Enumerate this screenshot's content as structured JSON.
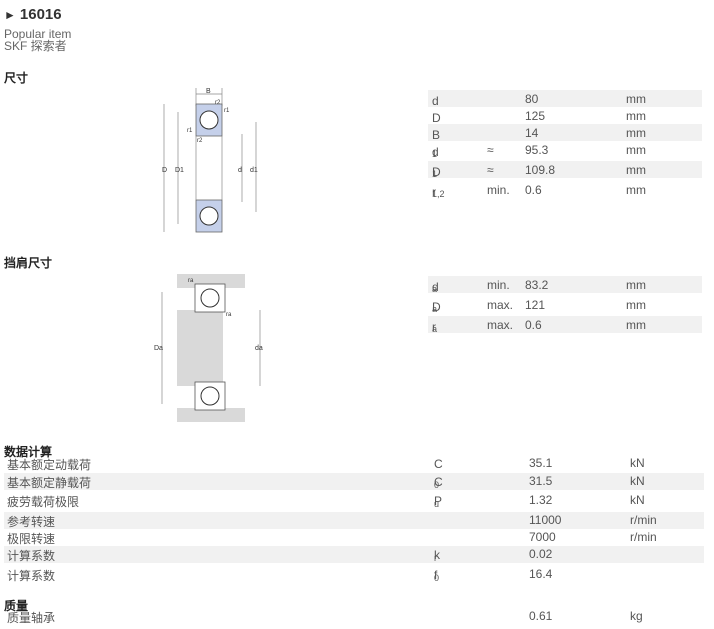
{
  "header": {
    "arrow": "►",
    "title": "16016",
    "popular": "Popular item",
    "explorer": "SKF 探索者"
  },
  "dimensions": {
    "heading": "尺寸",
    "rows": [
      {
        "sym": "d",
        "sub": "",
        "qual": "",
        "val": "80",
        "unit": "mm"
      },
      {
        "sym": "D",
        "sub": "",
        "qual": "",
        "val": "125",
        "unit": "mm"
      },
      {
        "sym": "B",
        "sub": "",
        "qual": "",
        "val": "14",
        "unit": "mm"
      },
      {
        "sym": "d",
        "sub": "1",
        "qual": "≈",
        "val": "95.3",
        "unit": "mm"
      },
      {
        "sym": "D",
        "sub": "1",
        "qual": "≈",
        "val": "109.8",
        "unit": "mm"
      },
      {
        "sym": "r",
        "sub": "1,2",
        "qual": "min.",
        "val": "0.6",
        "unit": "mm"
      }
    ],
    "drawing_labels": {
      "B": "B",
      "r2": "r2",
      "r1": "r1",
      "D": "D",
      "D1": "D1",
      "d": "d",
      "d1": "d1"
    }
  },
  "abutment": {
    "heading": "挡肩尺寸",
    "rows": [
      {
        "sym": "d",
        "sub": "a",
        "qual": "min.",
        "val": "83.2",
        "unit": "mm"
      },
      {
        "sym": "D",
        "sub": "a",
        "qual": "max.",
        "val": "121",
        "unit": "mm"
      },
      {
        "sym": "r",
        "sub": "a",
        "qual": "max.",
        "val": "0.6",
        "unit": "mm"
      }
    ],
    "drawing_labels": {
      "ra": "ra",
      "Da": "Da",
      "da": "da"
    }
  },
  "calculation": {
    "heading": "数据计算",
    "rows": [
      {
        "label": "基本额定动载荷",
        "sym": "C",
        "sub": "",
        "val": "35.1",
        "unit": "kN"
      },
      {
        "label": "基本额定静载荷",
        "sym": "C",
        "sub": "0",
        "val": "31.5",
        "unit": "kN"
      },
      {
        "label": "疲劳载荷极限",
        "sym": "P",
        "sub": "u",
        "val": "1.32",
        "unit": "kN"
      },
      {
        "label": "参考转速",
        "sym": "",
        "sub": "",
        "val": "11000",
        "unit": "r/min"
      },
      {
        "label": "极限转速",
        "sym": "",
        "sub": "",
        "val": "7000",
        "unit": "r/min"
      },
      {
        "label": "计算系数",
        "sym": "k",
        "sub": "r",
        "val": "0.02",
        "unit": ""
      },
      {
        "label": "计算系数",
        "sym": "f",
        "sub": "0",
        "val": "16.4",
        "unit": ""
      }
    ]
  },
  "mass": {
    "heading": "质量",
    "rows": [
      {
        "label": "质量轴承",
        "val": "0.61",
        "unit": "kg"
      }
    ]
  },
  "colors": {
    "shade": "#f1f1f1",
    "bearing": "#c5d0ea",
    "housing": "#d9d9d9"
  }
}
